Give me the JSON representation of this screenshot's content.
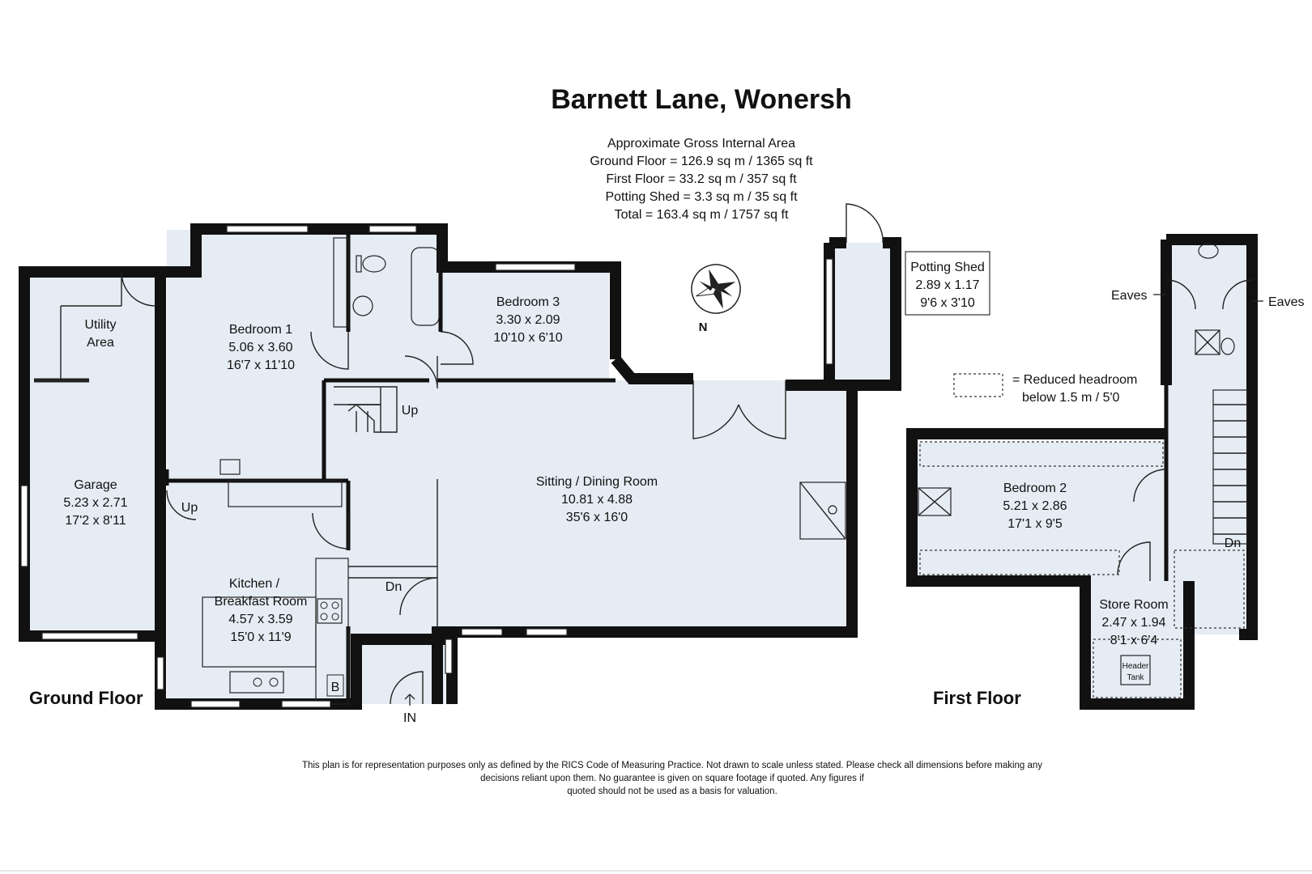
{
  "title": "Barnett Lane, Wonersh",
  "area_summary": [
    "Approximate Gross Internal Area",
    "Ground Floor = 126.9 sq m / 1365 sq ft",
    "First Floor = 33.2 sq m / 357 sq ft",
    "Potting Shed = 3.3 sq m / 35 sq ft",
    "Total = 163.4 sq m / 1757 sq ft"
  ],
  "compass_label": "N",
  "floors": {
    "ground": "Ground Floor",
    "first": "First Floor"
  },
  "rooms": {
    "utility": {
      "name": "Utility",
      "name2": "Area"
    },
    "bedroom1": {
      "name": "Bedroom 1",
      "metric": "5.06 x 3.60",
      "imperial": "16'7 x 11'10"
    },
    "bedroom3": {
      "name": "Bedroom 3",
      "metric": "3.30 x 2.09",
      "imperial": "10'10 x 6'10"
    },
    "garage": {
      "name": "Garage",
      "metric": "5.23 x 2.71",
      "imperial": "17'2 x 8'11"
    },
    "sitting": {
      "name": "Sitting / Dining Room",
      "metric": "10.81 x 4.88",
      "imperial": "35'6 x 16'0"
    },
    "kitchen": {
      "name": "Kitchen /",
      "name2": "Breakfast Room",
      "metric": "4.57 x 3.59",
      "imperial": "15'0 x 11'9"
    },
    "shed": {
      "name": "Potting Shed",
      "metric": "2.89 x 1.17",
      "imperial": "9'6 x 3'10"
    },
    "bedroom2": {
      "name": "Bedroom 2",
      "metric": "5.21 x 2.86",
      "imperial": "17'1 x 9'5"
    },
    "store": {
      "name": "Store Room",
      "metric": "2.47 x 1.94",
      "imperial": "8'1 x 6'4"
    }
  },
  "markers": {
    "up1": "Up",
    "up2": "Up",
    "dn1": "Dn",
    "dn2": "Dn",
    "in": "IN",
    "boiler": "B",
    "eaves_left": "Eaves",
    "eaves_right": "Eaves",
    "header_tank_1": "Header",
    "header_tank_2": "Tank"
  },
  "legend": {
    "line1": "=  Reduced headroom",
    "line2": "below 1.5 m / 5'0"
  },
  "disclaimer": [
    "This plan is for representation purposes only as defined by the RICS Code of Measuring Practice. Not drawn to scale unless stated. Please check all dimensions before making any",
    "decisions reliant upon them. No guarantee is given on square footage if quoted. Any figures if",
    "quoted should not be used as a basis for valuation."
  ],
  "colors": {
    "room_fill": "#e6ecf4",
    "wall": "#111111"
  }
}
